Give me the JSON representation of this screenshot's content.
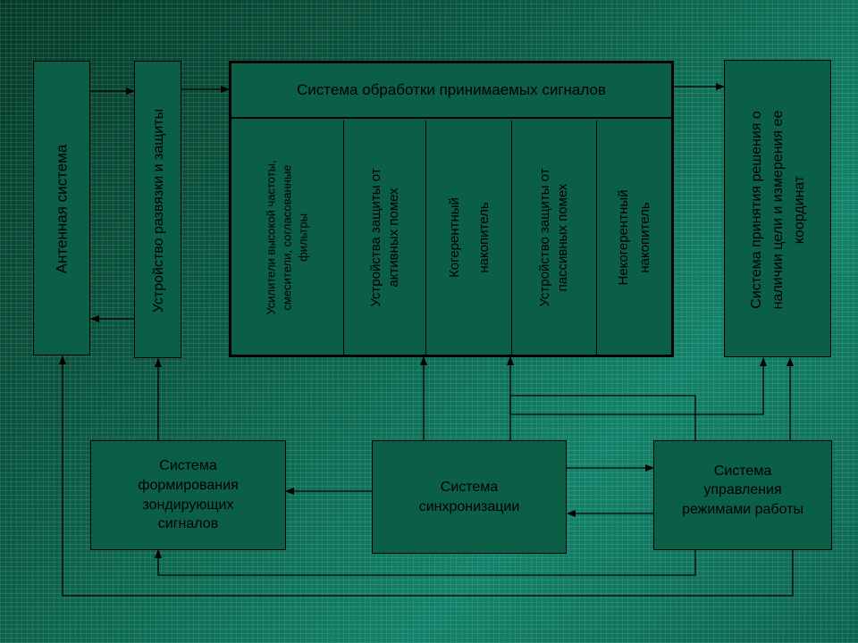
{
  "diagram": {
    "antenna": "Антенная система",
    "isolation": "Устройство развязки и защиты",
    "processing_title": "Система обработки принимаемых сигналов",
    "sub_units": {
      "amplifiers": [
        "Усилители высокой частоты,",
        "смесители, согласованные",
        "фильтры"
      ],
      "active_protection": [
        "Устройства защиты от",
        "активных помех"
      ],
      "coherent": [
        "Когерентный",
        "накопитель"
      ],
      "passive_protection": [
        "Устройство защиты от",
        "пассивных помех"
      ],
      "noncoherent": [
        "Некогерентный",
        "накопитель"
      ]
    },
    "decision": [
      "Система принятия решения о",
      "наличии цели и измерения ее",
      "координат"
    ],
    "waveform": [
      "Система",
      "формирования",
      "зондирующих",
      "сигналов"
    ],
    "sync": [
      "Система",
      "синхронизации"
    ],
    "mode_control": [
      "Система",
      "управления",
      "режимами работы"
    ]
  }
}
